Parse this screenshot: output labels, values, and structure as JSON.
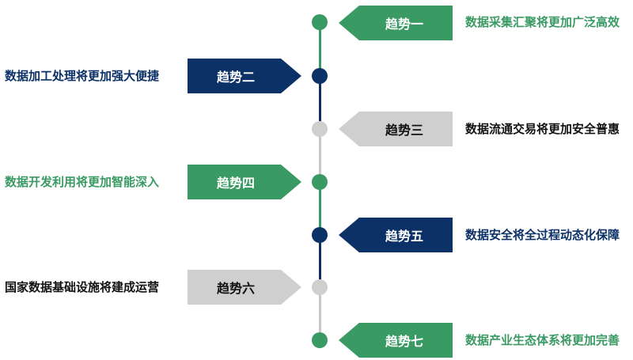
{
  "colors": {
    "green": "#3a9a63",
    "navy": "#0b3166",
    "gray": "#cfcfcf",
    "line_green": "#3a9a63",
    "line_navy": "#0b3166",
    "line_gray": "#c8c8c8"
  },
  "trends": [
    {
      "label": "趋势一",
      "description": "数据采集汇聚将更加广泛高效",
      "side": "right",
      "color": "green"
    },
    {
      "label": "趋势二",
      "description": "数据加工处理将更加强大便捷",
      "side": "left",
      "color": "navy"
    },
    {
      "label": "趋势三",
      "description": "数据流通交易将更加安全普惠",
      "side": "right",
      "color": "gray"
    },
    {
      "label": "趋势四",
      "description": "数据开发利用将更加智能深入",
      "side": "left",
      "color": "green"
    },
    {
      "label": "趋势五",
      "description": "数据安全将全过程动态化保障",
      "side": "right",
      "color": "navy"
    },
    {
      "label": "趋势六",
      "description": "国家数据基础设施将建成运营",
      "side": "left",
      "color": "gray"
    },
    {
      "label": "趋势七",
      "description": "数据产业生态体系将更加完善",
      "side": "right",
      "color": "green"
    }
  ]
}
